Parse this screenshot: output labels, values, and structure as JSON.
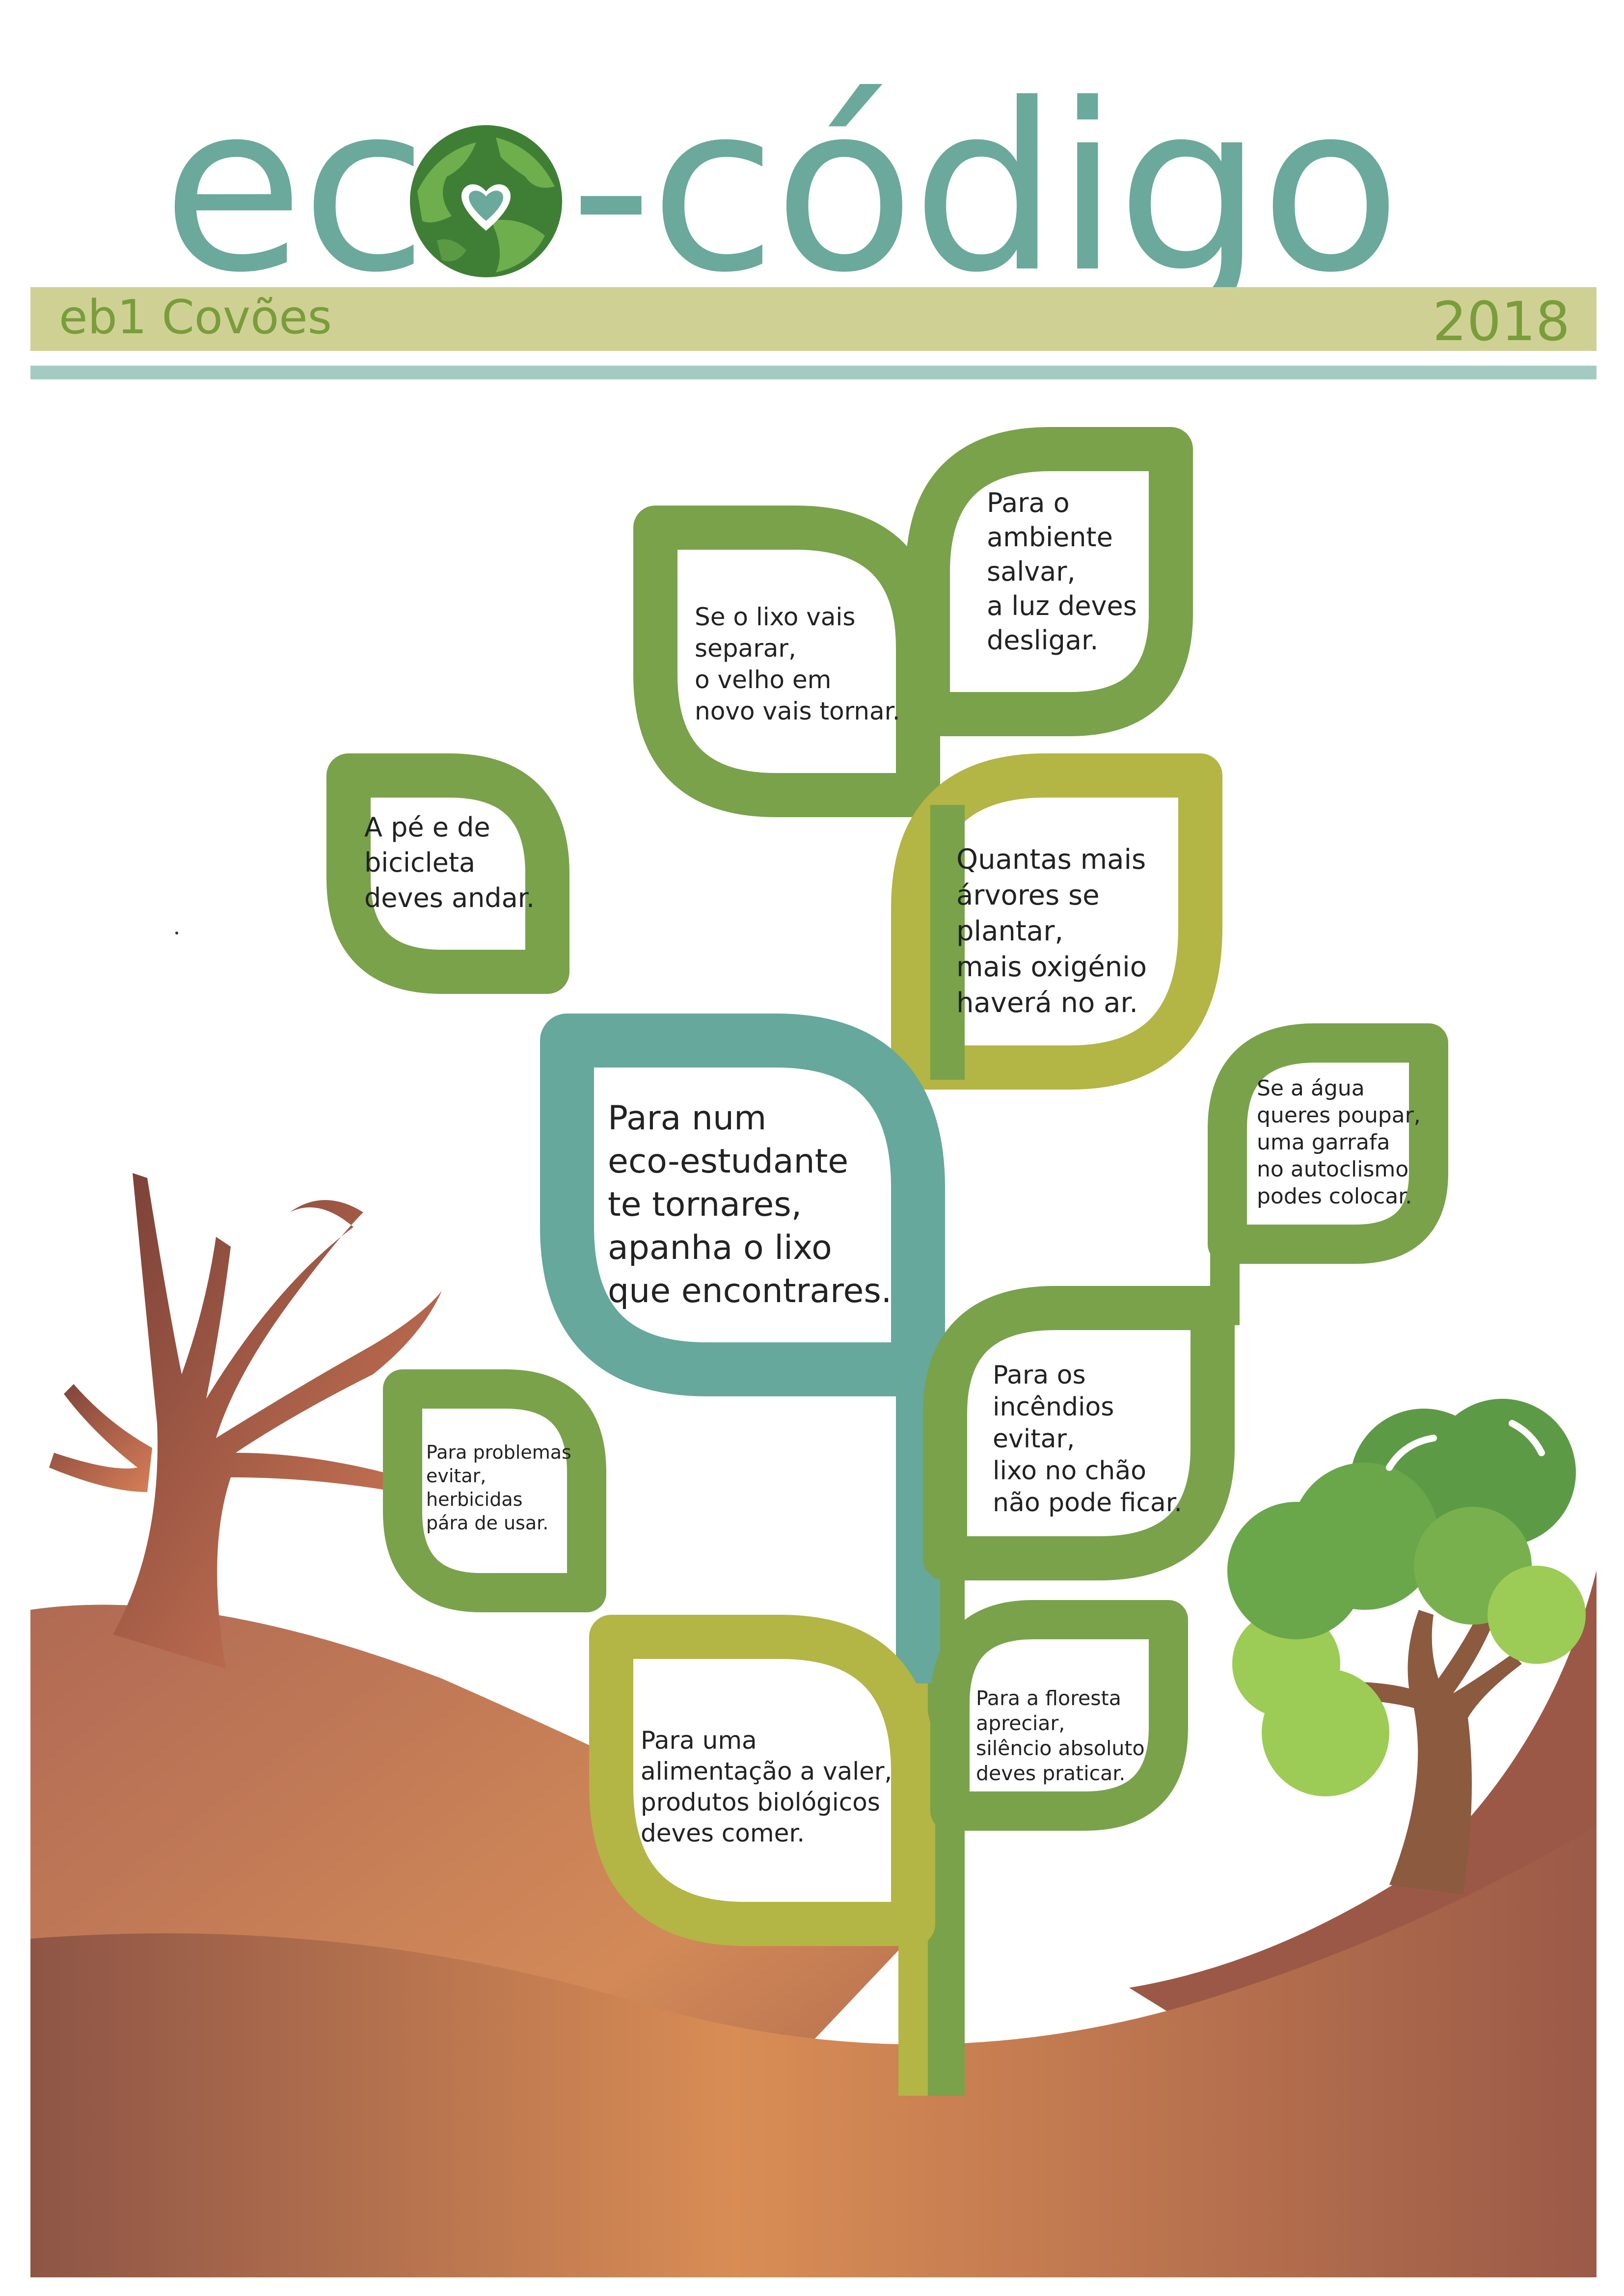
{
  "header": {
    "title_left": "eco",
    "title_right": "-código",
    "globe_icon": "globe-heart-icon",
    "school": "eb1 Covões",
    "year": "2018"
  },
  "colors": {
    "title": "#6aa99c",
    "band": "#cfd194",
    "band_text": "#7a9d3c",
    "rule": "#a3cbc2",
    "leaf_dark_green": "#79a24a",
    "leaf_olive": "#b3b545",
    "leaf_teal": "#66a89b",
    "hill": "#a8654a"
  },
  "leaves": [
    {
      "id": "top-right",
      "text": "Para o\nambiente\nsalvar,\na luz deves\ndesligar."
    },
    {
      "id": "top-left",
      "text": "Se o lixo vais\nseparar,\no velho em\nnovo vais tornar."
    },
    {
      "id": "left-upper",
      "text": "A pé e de\nbicicleta\ndeves andar."
    },
    {
      "id": "right-upper",
      "text": "Quantas mais\nárvores se\nplantar,\nmais oxigénio\nhaverá no ar."
    },
    {
      "id": "center",
      "text": "Para num\neco-estudante\nte tornares,\napanha o lixo\nque encontrares."
    },
    {
      "id": "far-right",
      "text": "Se a água\nqueres poupar,\numa garrafa\nno autoclismo\npodes colocar."
    },
    {
      "id": "right-middle",
      "text": "Para os\nincêndios\nevitar,\nlixo no chão\nnão pode ficar."
    },
    {
      "id": "left-lower",
      "text": "Para problemas\nevitar,\nherbicidas\npára de usar."
    },
    {
      "id": "bottom-left",
      "text": "Para uma\nalimentação a valer,\nprodutos biológicos\ndeves comer."
    },
    {
      "id": "bottom-right",
      "text": "Para a floresta\napreciar,\nsilêncio absoluto\ndeves praticar."
    }
  ],
  "decor": {
    "dead_tree_icon": "bare-tree-icon",
    "green_tree_icon": "green-tree-icon",
    "hills": "hills-landscape"
  }
}
